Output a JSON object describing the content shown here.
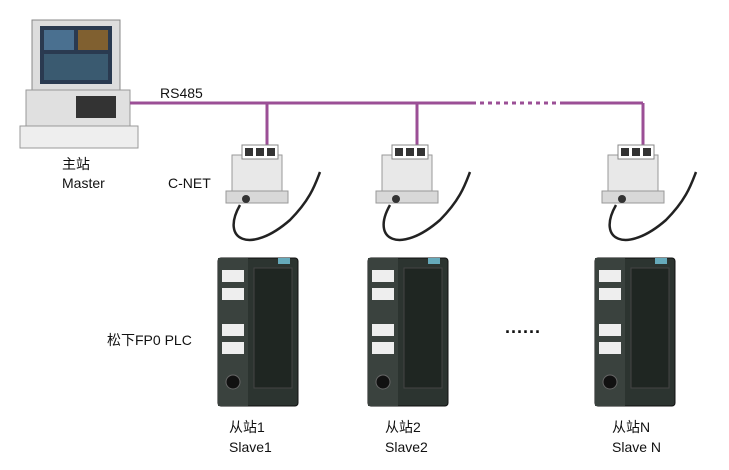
{
  "bus_label": "RS485",
  "bus_color": "#9b4f96",
  "master": {
    "label_cn": "主站",
    "label_en": "Master"
  },
  "converter_label": "C-NET",
  "plc_label": "松下FP0 PLC",
  "ellipsis": "......",
  "slaves": [
    {
      "label_cn": "从站1",
      "label_en": "Slave1"
    },
    {
      "label_cn": "从站2",
      "label_en": "Slave2"
    },
    {
      "label_cn": "从站N",
      "label_en": "Slave N"
    }
  ]
}
